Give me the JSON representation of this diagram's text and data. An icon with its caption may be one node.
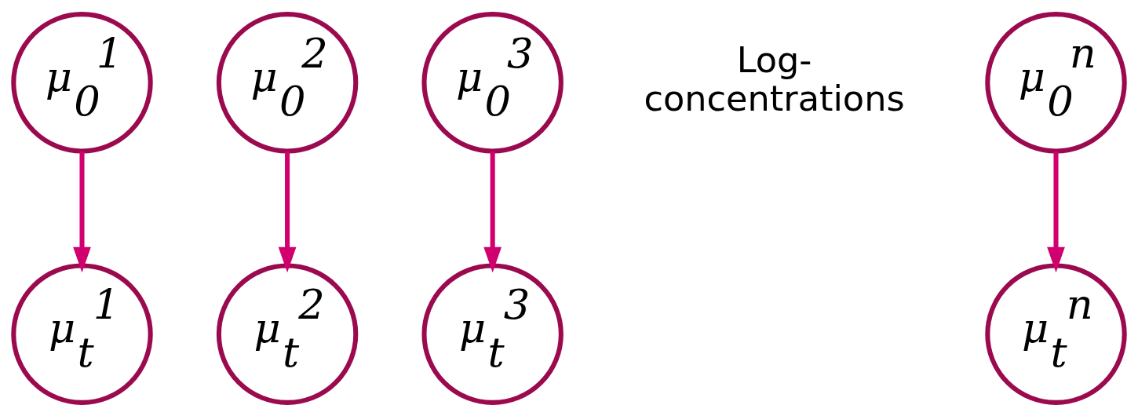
{
  "diagram": {
    "nodes": [
      {
        "text": [
          "μ$_{0}$$^{1}$"
        ]
      },
      {
        "text": [
          "μ$_{0}$$^{2}$"
        ]
      },
      {
        "text": [
          "μ$_{0}$$^{3}$"
        ]
      },
      {
        "text": [
          "μ$_{0}$$^{n}$"
        ]
      },
      {
        "text": [
          "μ$_{t}$$^{1}$"
        ]
      },
      {
        "text": [
          "μ$_{t}$$^{2}$"
        ]
      },
      {
        "text": [
          "μ$_{t}$$^{3}$"
        ]
      },
      {
        "text": [
          "μ$_{t}$$^{n}$"
        ]
      }
    ],
    "edges": [
      {
        "from": 0,
        "to": 4,
        "arrow": "to"
      },
      {
        "from": 1,
        "to": 5,
        "arrow": "to"
      },
      {
        "from": 2,
        "to": 6,
        "arrow": "to"
      },
      {
        "from": 3,
        "to": 7,
        "arrow": "to"
      }
    ],
    "labels": [
      "Log- concentrations"
    ]
  }
}
